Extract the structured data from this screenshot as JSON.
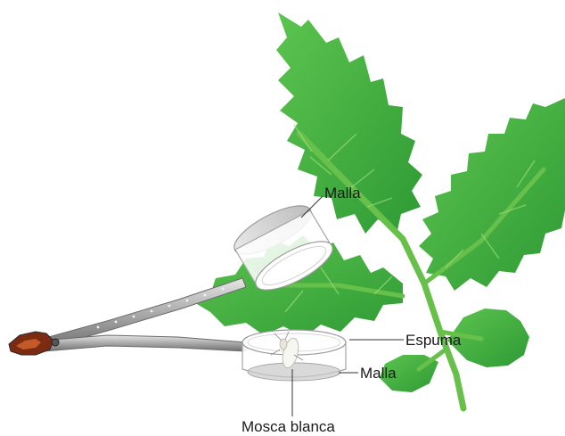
{
  "labels": {
    "malla_top": "Malla",
    "espuma": "Espuma",
    "malla_bottom": "Malla",
    "mosca_blanca": "Mosca blanca"
  },
  "colors": {
    "leaf": "#46b143",
    "leaf_dark": "#2f8f31",
    "vein": "#8fd46a",
    "stem": "#6cc24a",
    "metal": "#b9b9b9",
    "metal_dark": "#7d7d7d",
    "clip_red": "#9a3412",
    "cage_edge": "#9e9e9e",
    "mesh": "#cfcfcf"
  }
}
